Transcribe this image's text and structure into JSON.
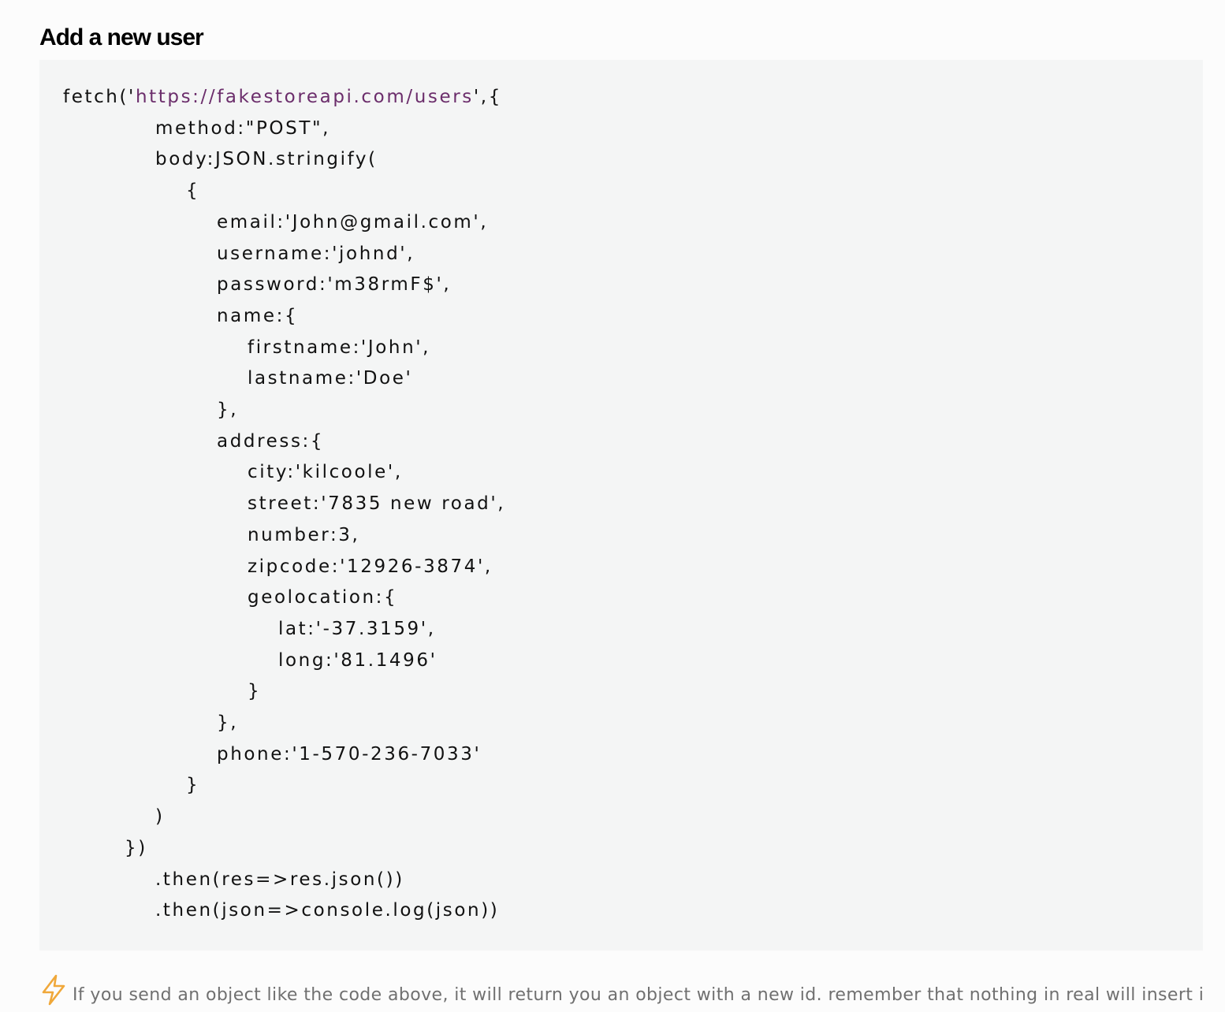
{
  "heading": "Add a new user",
  "code": {
    "lines": [
      {
        "indent": 0,
        "text": "fetch('https://fakestoreapi.com/users',{",
        "highlight": "https://fakestoreapi.com/users"
      },
      {
        "indent": 3,
        "text": "method:\"POST\","
      },
      {
        "indent": 3,
        "text": "body:JSON.stringify("
      },
      {
        "indent": 4,
        "text": "{"
      },
      {
        "indent": 5,
        "text": "email:'John@gmail.com',"
      },
      {
        "indent": 5,
        "text": "username:'johnd',"
      },
      {
        "indent": 5,
        "text": "password:'m38rmF$',"
      },
      {
        "indent": 5,
        "text": "name:{"
      },
      {
        "indent": 6,
        "text": "firstname:'John',"
      },
      {
        "indent": 6,
        "text": "lastname:'Doe'"
      },
      {
        "indent": 5,
        "text": "},"
      },
      {
        "indent": 5,
        "text": "address:{"
      },
      {
        "indent": 6,
        "text": "city:'kilcoole',"
      },
      {
        "indent": 6,
        "text": "street:'7835 new road',"
      },
      {
        "indent": 6,
        "text": "number:3,"
      },
      {
        "indent": 6,
        "text": "zipcode:'12926-3874',"
      },
      {
        "indent": 6,
        "text": "geolocation:{"
      },
      {
        "indent": 7,
        "text": "lat:'-37.3159',"
      },
      {
        "indent": 7,
        "text": "long:'81.1496'"
      },
      {
        "indent": 6,
        "text": "}"
      },
      {
        "indent": 5,
        "text": "},"
      },
      {
        "indent": 5,
        "text": "phone:'1-570-236-7033'"
      },
      {
        "indent": 4,
        "text": "}"
      },
      {
        "indent": 3,
        "text": ")"
      },
      {
        "indent": 2,
        "text": "})"
      },
      {
        "indent": 3,
        "text": ".then(res=>res.json())"
      },
      {
        "indent": 3,
        "text": ".then(json=>console.log(json))"
      }
    ]
  },
  "note": {
    "icon": "lightning-icon",
    "icon_color": "#f0a83a",
    "text": "If you send an object like the code above, it will return you an object with a new id. remember that nothing in real will insert into"
  },
  "colors": {
    "url_string": "#6b2d6b",
    "code_background": "#f4f5f5"
  }
}
